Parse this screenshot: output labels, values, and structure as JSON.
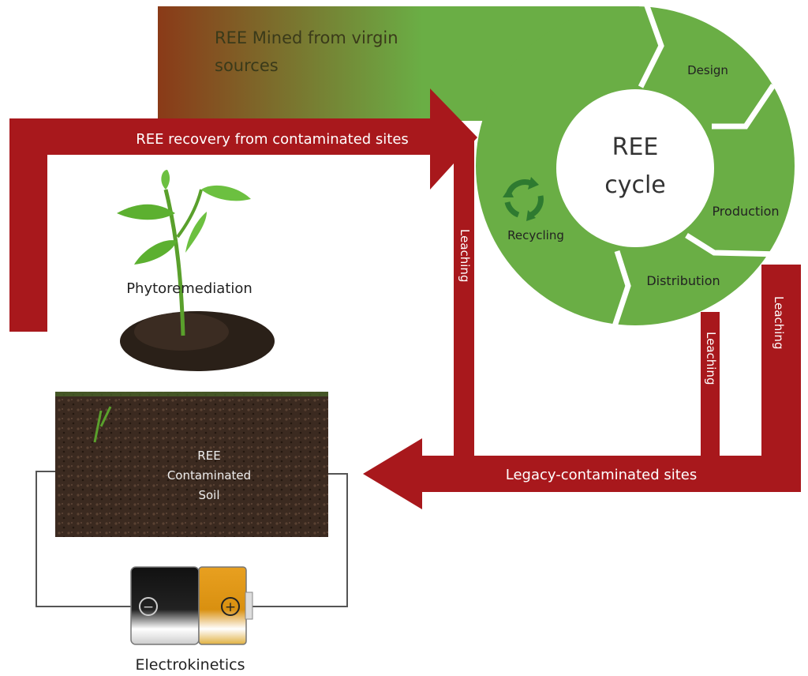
{
  "labels": {
    "mined": [
      "REE Mined from virgin",
      "sources"
    ],
    "recovery": "REE recovery from contaminated sites",
    "cycle": [
      "REE",
      "cycle"
    ],
    "design": "Design",
    "production": "Production",
    "distribution": "Distribution",
    "recycling": "Recycling",
    "leaching": "Leaching",
    "legacy": "Legacy-contaminated sites",
    "phytoremediation": "Phytoremediation",
    "soil": [
      "REE",
      "Contaminated",
      "Soil"
    ],
    "electrokinetics": "Electrokinetics",
    "battery_minus": "−",
    "battery_plus": "+"
  },
  "colors": {
    "green": "#6aae45",
    "red": "#a8181c",
    "brown": "#8a3a18",
    "soil": "#3b2a20"
  }
}
